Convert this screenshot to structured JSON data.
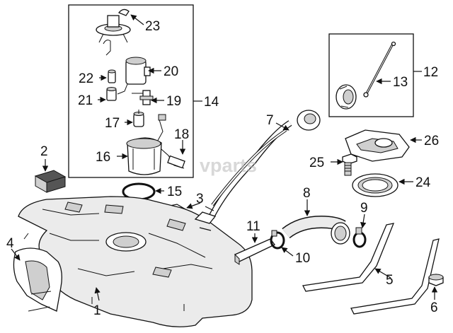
{
  "watermark": "vparts",
  "callouts": [
    "1",
    "2",
    "3",
    "4",
    "5",
    "6",
    "7",
    "8",
    "9",
    "10",
    "11",
    "12",
    "13",
    "14",
    "15",
    "16",
    "17",
    "18",
    "19",
    "20",
    "21",
    "22",
    "23",
    "24",
    "25",
    "26"
  ],
  "colors": {
    "line": "#111111",
    "background": "#ffffff",
    "fill_light": "#ebebeb",
    "fill_mid": "#cfcfcf",
    "watermark": "#b8b8b8"
  }
}
